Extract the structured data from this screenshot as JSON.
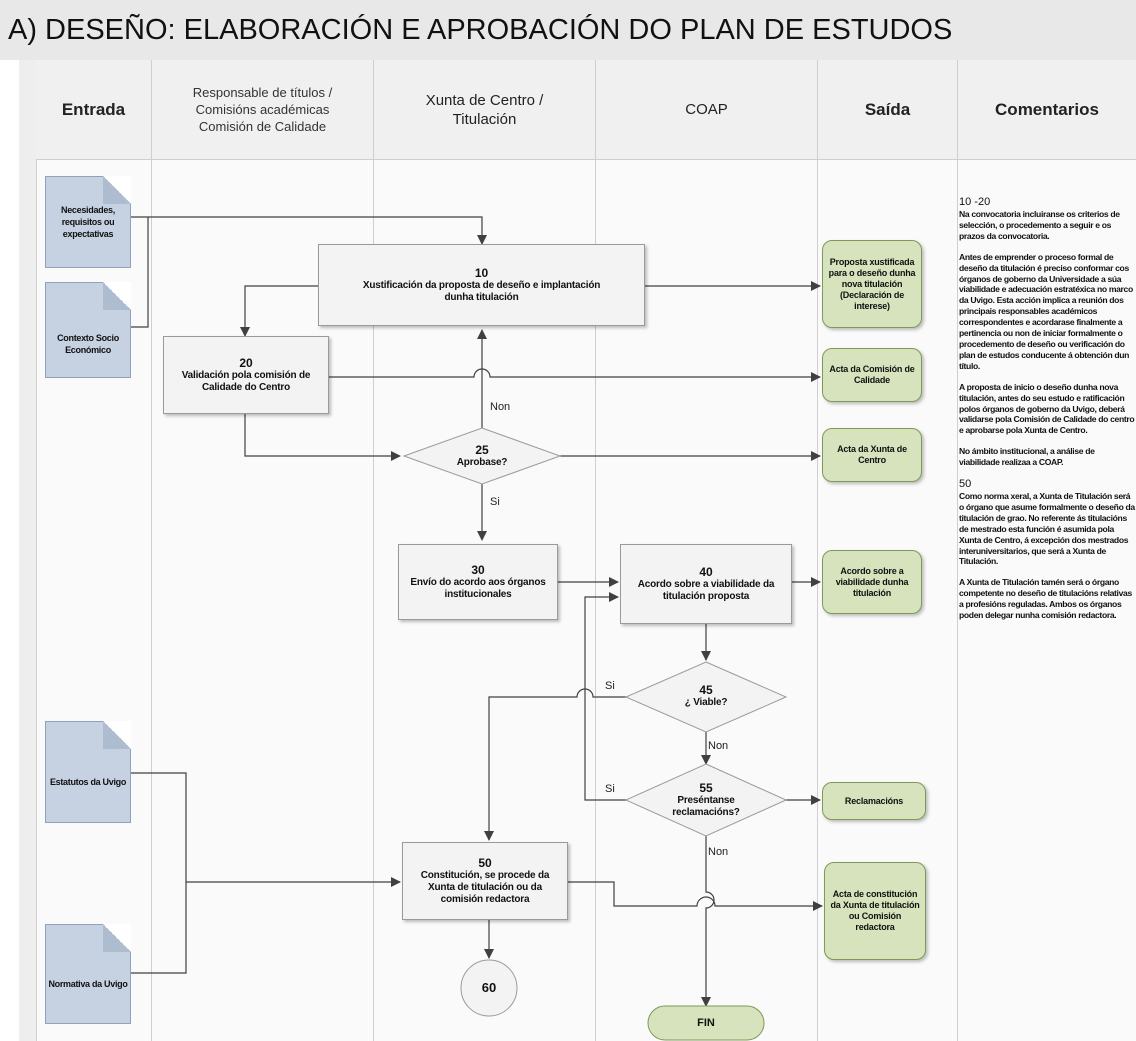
{
  "title": "A) DESEÑO: ELABORACIÓN E APROBACIÓN DO PLAN DE ESTUDOS",
  "lanes": [
    {
      "label": "Entrada"
    },
    {
      "label": "Responsable de títulos / Comisións académicas Comisión de Calidade"
    },
    {
      "label": "Xunta de Centro / Titulación"
    },
    {
      "label": "COAP"
    },
    {
      "label": "Saída"
    },
    {
      "label": "Comentarios"
    }
  ],
  "inputs": {
    "necesidades": "Necesidades, requisitos ou expectativas",
    "contexto": "Contexto Socio Económico",
    "estatutos": "Estatutos da Uvigo",
    "normativa": "Normativa da Uvigo"
  },
  "steps": {
    "s10": {
      "num": "10",
      "text": "Xustificación da proposta de deseño e implantación dunha titulación"
    },
    "s20": {
      "num": "20",
      "text": "Validación pola comisión de Calidade do Centro"
    },
    "s25": {
      "num": "25",
      "text": "Aprobase?"
    },
    "s30": {
      "num": "30",
      "text": "Envío do acordo aos órganos institucionales"
    },
    "s40": {
      "num": "40",
      "text": "Acordo sobre a viabilidade da titulación proposta"
    },
    "s45": {
      "num": "45",
      "text": "¿ Viable?"
    },
    "s55": {
      "num": "55",
      "text": "Preséntanse reclamacións?"
    },
    "s50": {
      "num": "50",
      "text": "Constitución, se procede da Xunta de titulación ou da comisión redactora"
    },
    "s60": {
      "num": "60"
    }
  },
  "outputs": {
    "proposta": "Proposta xustificada para o deseño dunha nova titulación (Declaración de interese)",
    "acta_comision": "Acta da Comisión de Calidade",
    "acta_xunta": "Acta da Xunta de Centro",
    "acordo": "Acordo sobre a viabilidade dunha titulación",
    "reclamacions": "Reclamacións",
    "acta_constitucion": "Acta de constitución da Xunta de titulación ou Comisión redactora",
    "fin": "FIN"
  },
  "branch_labels": {
    "non_25": "Non",
    "si_25": "Si",
    "si_45": "Si",
    "non_45": "Non",
    "si_55": "Si",
    "non_55": "Non"
  },
  "comments": {
    "h1": "10 -20",
    "p1": "Na convocatoria incluiranse os criterios de selección, o procedemento a seguir e os prazos da convocatoria.",
    "p2": "Antes de emprender o proceso formal de deseño da titulación é preciso conformar cos órganos de goberno da Universidade a súa viabilidade e adecuación estratéxica no marco da Uvigo. Esta acción implica a reunión dos principais responsables académicos correspondentes e acordarase finalmente a pertinencia ou non de iniciar formalmente o procedemento de deseño ou verificación do plan de estudos conducente á obtención dun título.",
    "p3": "A proposta de inicio o deseño dunha nova titulación, antes do seu estudo e ratificación polos órganos de goberno da Uvigo, deberá validarse pola Comisión de Calidade do centro e aprobarse pola Xunta de Centro.",
    "p4": "No ámbito institucional, a análise de viabilidade realizaa a COAP.",
    "h2": "50",
    "p5": "Como norma xeral, a Xunta de Titulación será o órgano que asume formalmente o deseño da titulación de grao. No referente ás titulacións de mestrado esta función é asumida pola Xunta de Centro, á excepción dos mestrados interuniversitarios, que será a Xunta de Titulación.",
    "p6": "A Xunta de Titulación tamén será o órgano competente no deseño de titulacións relativas a profesións reguladas. Ambos os órganos poden delegar nunha comisión redactora."
  },
  "colors": {
    "doc_fill": "#c6d2e2",
    "process_fill": "#f3f3f3",
    "output_fill": "#d6e3bc",
    "header_fill": "#f0f0f0",
    "connector": "#404040"
  }
}
